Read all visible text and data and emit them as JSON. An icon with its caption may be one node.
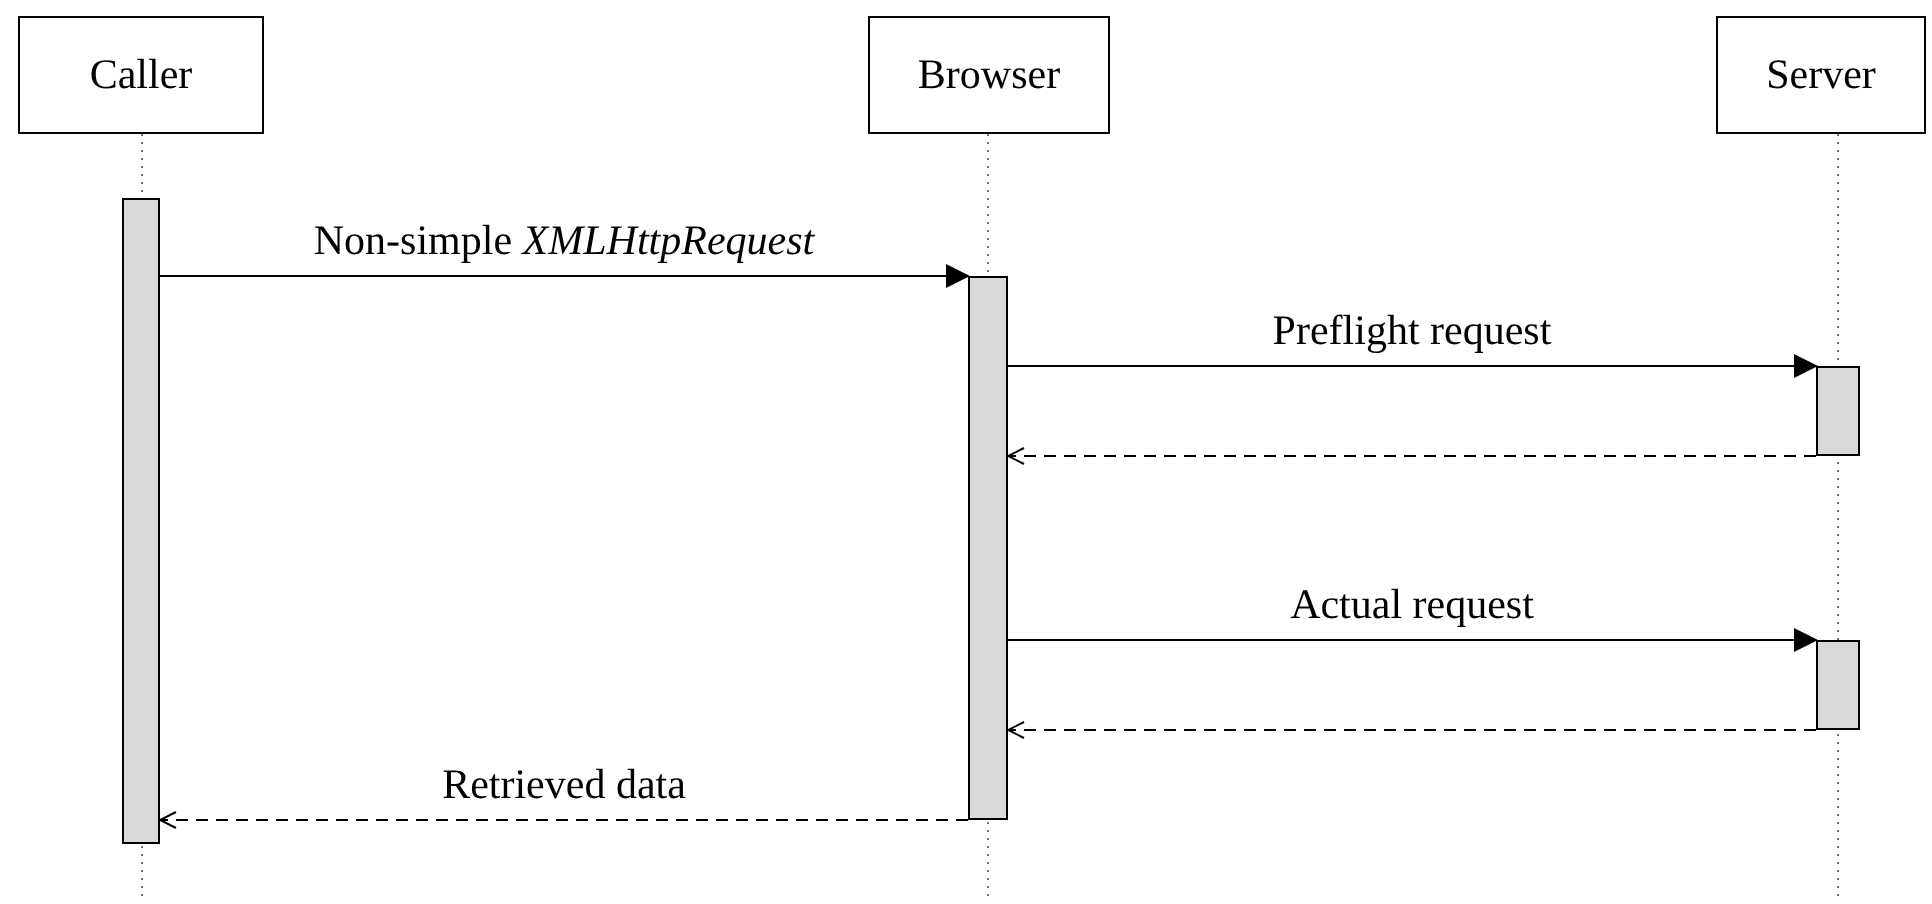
{
  "diagram": {
    "nodes": [
      {
        "text": [
          "Caller"
        ]
      },
      {
        "text": [
          "Browser"
        ]
      },
      {
        "text": [
          "Server"
        ]
      },
      {
        "text": [],
        "shape": "bar"
      },
      {
        "text": [],
        "shape": "bar"
      },
      {
        "text": [],
        "shape": "bar"
      },
      {
        "text": [],
        "shape": "bar"
      }
    ],
    "edges": [
      {
        "from": 3,
        "to": 4,
        "arrow": "to",
        "label": "Non-simple *XMLHttpRequest*"
      },
      {
        "from": 4,
        "to": 5,
        "arrow": "to",
        "label": "Preflight request"
      },
      {
        "from": 5,
        "to": 4,
        "arrow": "to",
        "style": "dashed"
      },
      {
        "from": 4,
        "to": 6,
        "arrow": "to",
        "label": "Actual request"
      },
      {
        "from": 6,
        "to": 4,
        "arrow": "to",
        "style": "dashed"
      },
      {
        "from": 4,
        "to": 3,
        "arrow": "to",
        "style": "dashed",
        "label": "Retrieved data"
      }
    ]
  }
}
